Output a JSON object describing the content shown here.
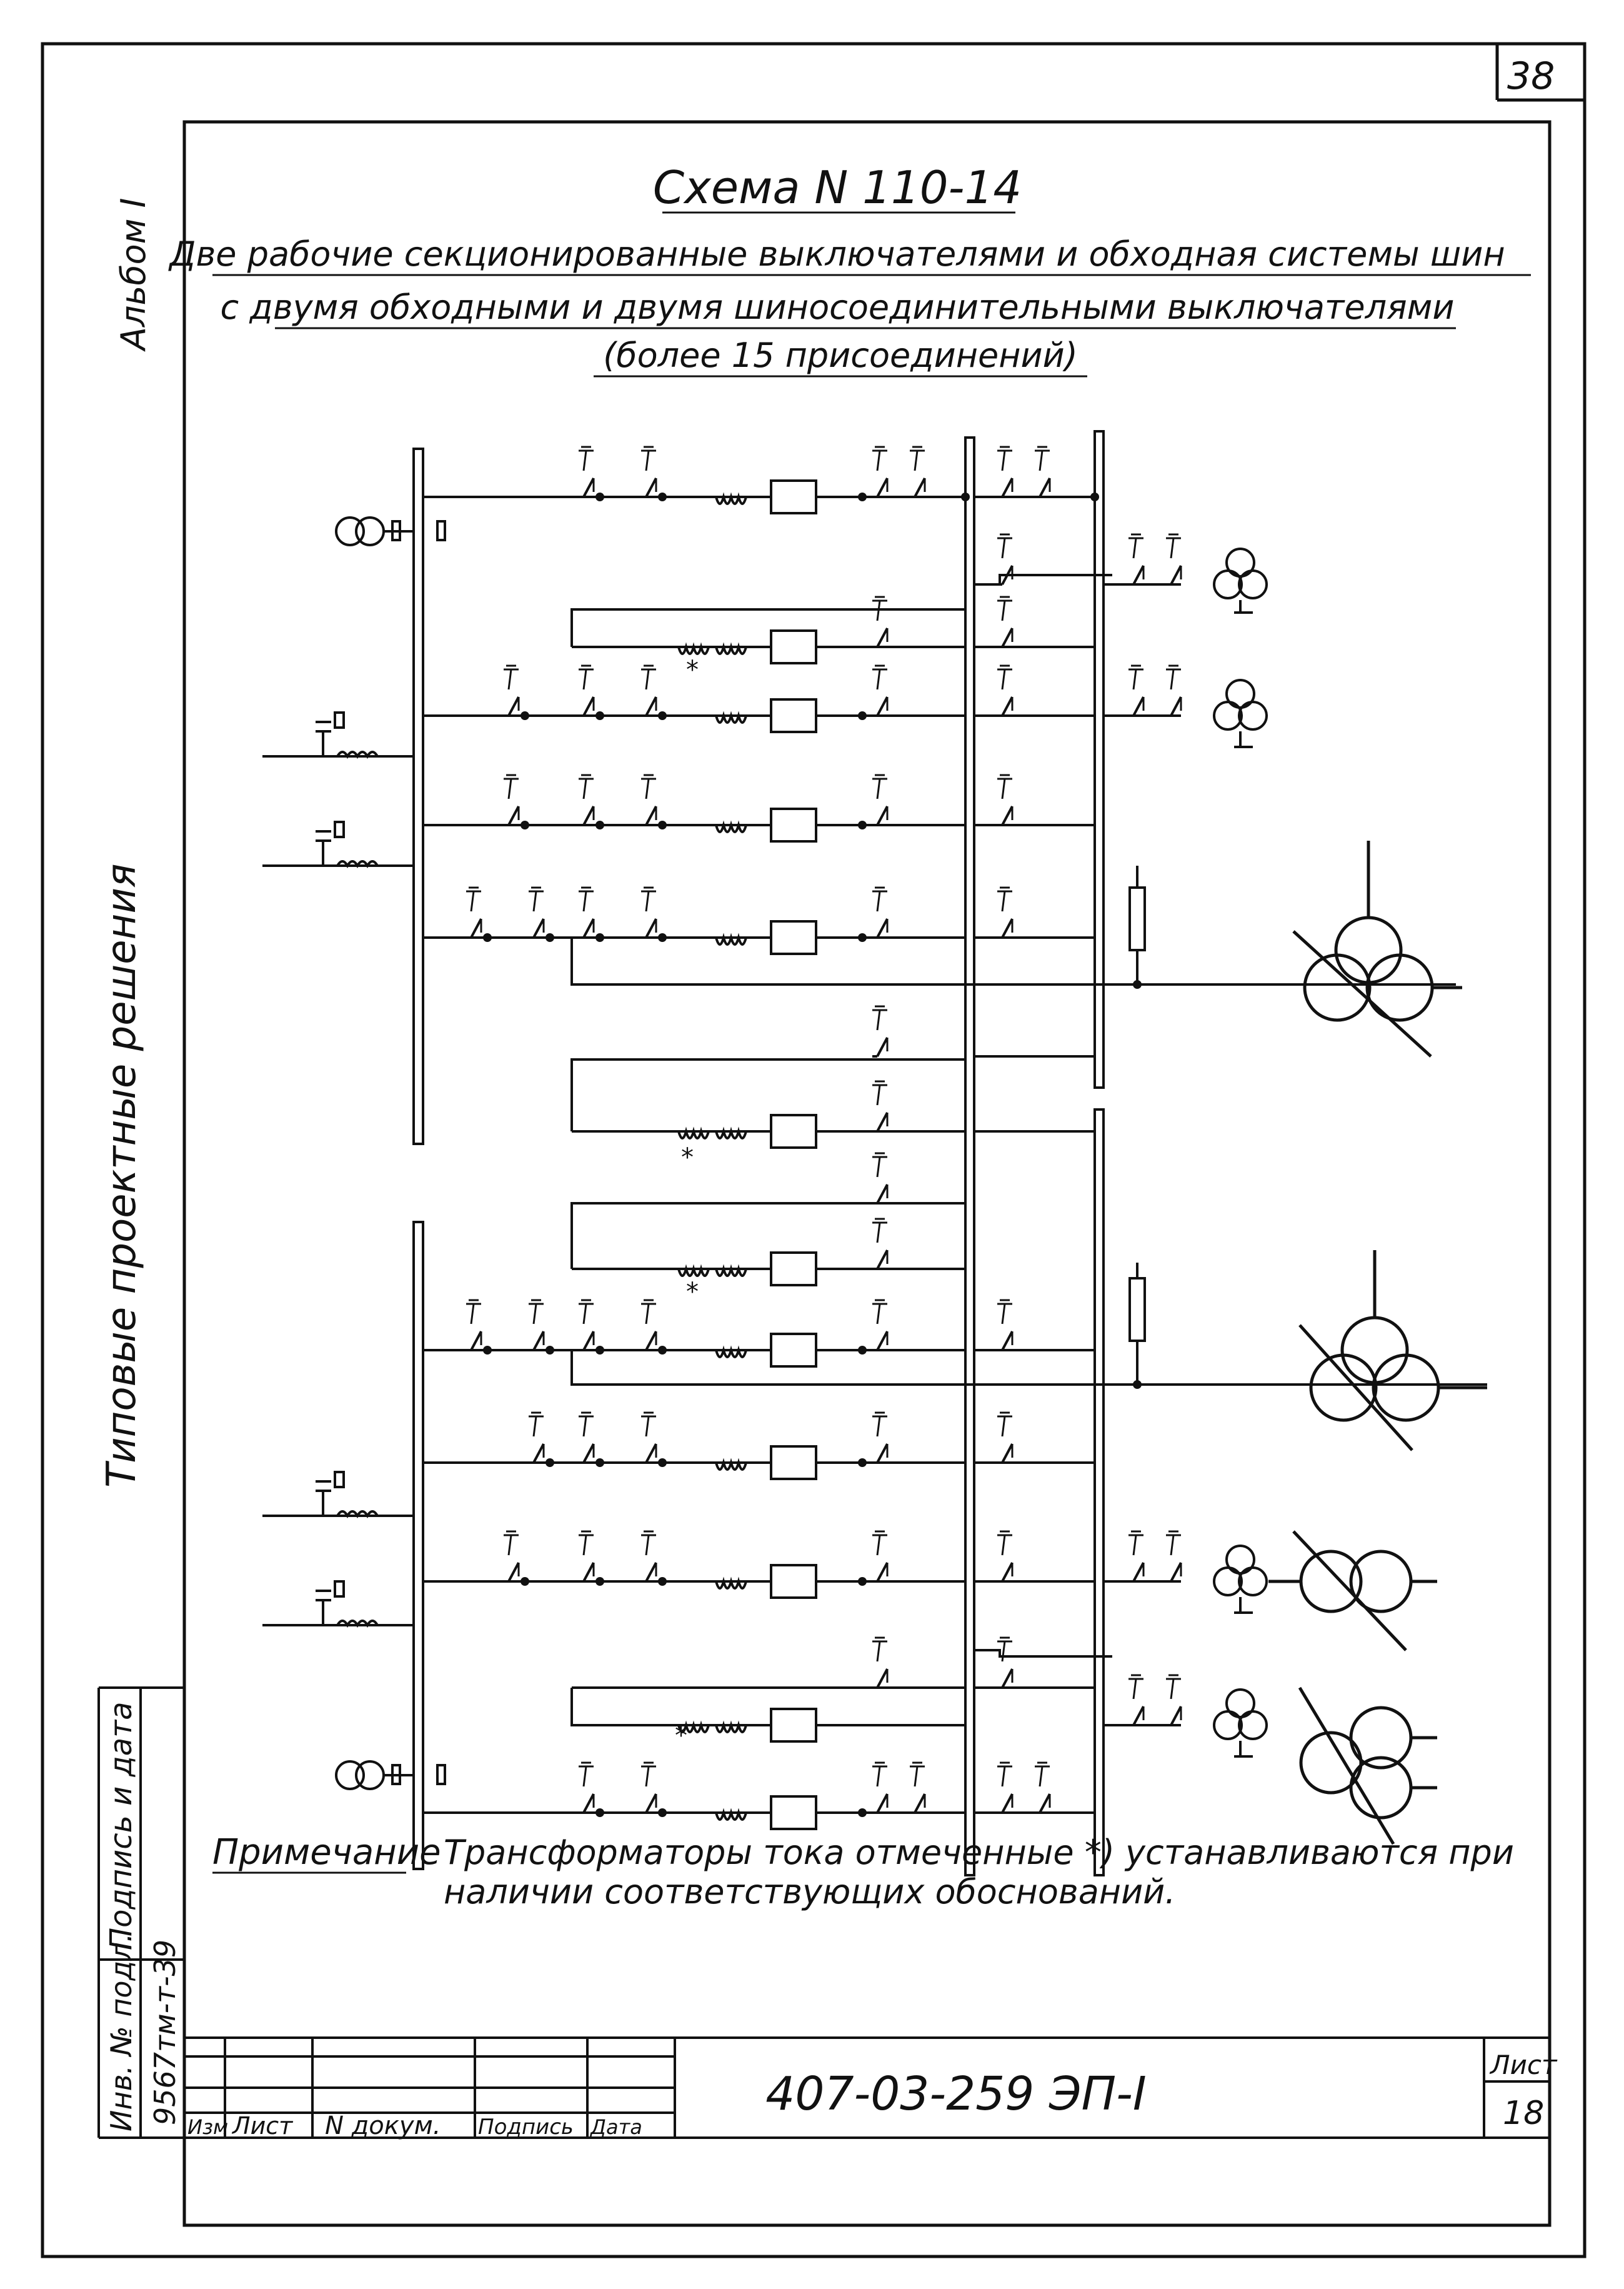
{
  "sheet_number_top": "38",
  "album_label": "Альбом I",
  "side_caption": "Типовые проектные решения",
  "title": {
    "scheme": "Схема N 110-14",
    "line1": "Две рабочие секционированные выключателями и обходная системы шин",
    "line2": "с двумя обходными и двумя шиносоединительными выключателями",
    "line3": "(более 15 присоединений)"
  },
  "note": {
    "label": "Примечание",
    "line1": "Трансформаторы тока отмеченные *) устанавливаются при",
    "line2": "наличии соответствующих обоснований."
  },
  "stamp": {
    "doc_code": "407-03-259 ЭП-I",
    "sheet_label": "Лист",
    "sheet_value": "18",
    "col_izm": "Изм",
    "col_list": "Лист",
    "col_doc": "N докум.",
    "col_sign": "Подпись",
    "col_date": "Дата"
  },
  "left_strip": {
    "sign_date_label": "Подпись и дата",
    "inv_label": "Инв. № подл.",
    "inv_value": "9567тм-т-39"
  },
  "marks": {
    "star": "*"
  }
}
